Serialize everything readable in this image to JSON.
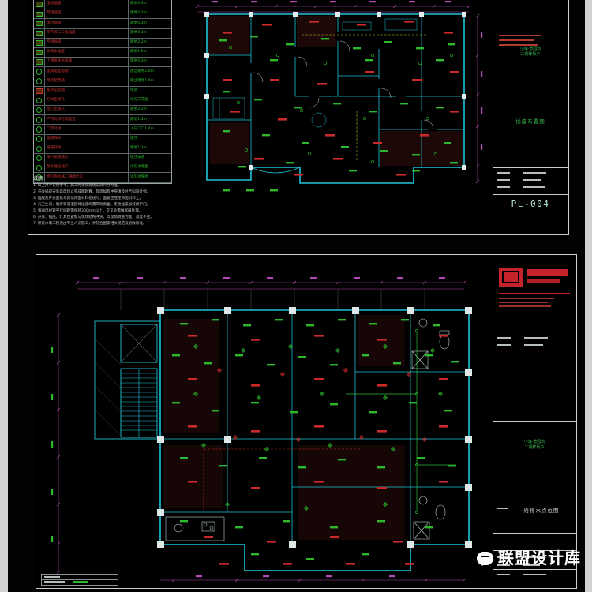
{
  "watermark": {
    "label": "联盟设计库"
  },
  "sheet_top": {
    "legend": {
      "rows": [
        {
          "kind": "box",
          "name": "电视插座",
          "value": "距地0.3m"
        },
        {
          "kind": "box",
          "name": "网络插座",
          "value": "距地0.3m"
        },
        {
          "kind": "box",
          "name": "电话插座",
          "value": "距地0.3m"
        },
        {
          "kind": "box",
          "name": "带开关二三极插座",
          "value": "距地0.3m"
        },
        {
          "kind": "box",
          "name": "空调插座",
          "value": "距地2.2m"
        },
        {
          "kind": "box",
          "name": "防溅水插座",
          "value": "距地1.5m"
        },
        {
          "kind": "box",
          "name": "上翻盖防水插座",
          "value": "距地0.3m"
        },
        {
          "kind": "circ",
          "name": "强弱电配电箱",
          "value": "底边距地1.6m"
        },
        {
          "kind": "circ",
          "name": "暗装配电箱",
          "value": "底边距地1.8m"
        },
        {
          "kind": "boxr",
          "name": "宽带信息箱",
          "value": "暗装"
        },
        {
          "kind": "circ",
          "name": "灯具出线孔",
          "value": "详见天花图"
        },
        {
          "kind": "circ",
          "name": "壁灯出线孔",
          "value": "距地2.2m"
        },
        {
          "kind": "circ",
          "name": "户内对讲可视电话",
          "value": "距地1.4m"
        },
        {
          "kind": "circ",
          "name": "门禁对讲",
          "value": "入户门口1.4m"
        },
        {
          "kind": "circ",
          "name": "烟感探头",
          "value": "吸顶"
        },
        {
          "kind": "circ",
          "name": "浴霸开关",
          "value": "距地1.3m"
        },
        {
          "kind": "circ",
          "name": "排气扇接线口",
          "value": "吸顶安装"
        },
        {
          "kind": "circ",
          "name": "热水器出线口",
          "value": "详见水施图"
        },
        {
          "kind": "circ",
          "name": "燃气热水器二通阀出口",
          "value": "详见水施图"
        }
      ]
    },
    "notes": {
      "title": "说明:",
      "lines": [
        "1. 以上尺寸仅供参考，施工时请按现场实际尺寸为准。",
        "2. 开关插座安装高度均以完成面起算，现场如有冲突请及时告知设计师。",
        "3. 插座及开关面板与其他饰面材料相接时，面板应压在饰面材料上。",
        "4. 凡卫生间、厨房等潮湿区域插座均需带防溅盒，距地插座加装保护门。",
        "5. 强弱电线管平行间距需保持300mm以上，交叉处需做屏蔽处理。",
        "6. 开关、插座、灯具位置如与现场结构冲突，以现场调整为准，高度不变。",
        "7. 所有水电工程须由专业人员施工，并符合国家相关规范及验收标准。"
      ]
    },
    "titleblock": {
      "project_line1": "小海·景园湾",
      "project_line2": "二期样板户",
      "drawing_name": "插座布置图",
      "sheet_no": "PL-004"
    }
  },
  "sheet_bottom": {
    "titleblock": {
      "project_line1": "小海·景园湾",
      "project_line2": "二期样板户",
      "drawing_name": "给排水点位图"
    }
  }
}
